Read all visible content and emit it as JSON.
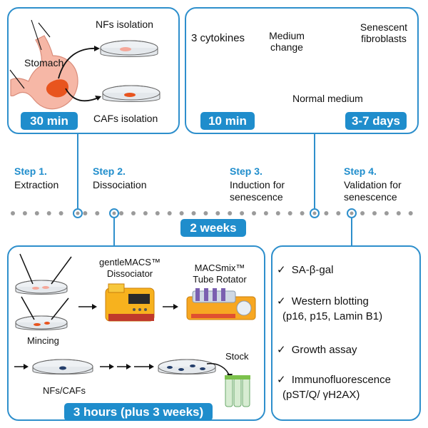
{
  "panel1": {
    "organ_label": "Stomach",
    "nfs_label": "NFs isolation",
    "cafs_label": "CAFs isolation",
    "time": "30 min"
  },
  "panel2": {
    "cytokines_label": "3 cytokines",
    "medium_change_label_1": "Medium",
    "medium_change_label_2": "change",
    "normal_medium_label": "Normal medium",
    "senescent_label_1": "Senescent",
    "senescent_label_2": "fibroblasts",
    "time_left": "10 min",
    "time_right": "3-7 days"
  },
  "steps": [
    {
      "title": "Step 1.",
      "lines": [
        "Extraction"
      ]
    },
    {
      "title": "Step 2.",
      "lines": [
        "Dissociation"
      ]
    },
    {
      "title": "Step 3.",
      "lines": [
        "Induction for",
        "senescence"
      ]
    },
    {
      "title": "Step 4.",
      "lines": [
        "Validation for",
        "senescence"
      ]
    }
  ],
  "timeline_label": "2 weeks",
  "panel3": {
    "dissociator_label_1": "gentleMACS™",
    "dissociator_label_2": "Dissociator",
    "rotator_label_1": "MACSmix™",
    "rotator_label_2": "Tube Rotator",
    "mincing_label": "Mincing",
    "cells_label": "NFs/CAFs",
    "stock_label": "Stock",
    "time": "3 hours (plus 3 weeks)"
  },
  "panel4": {
    "check_mark": "✓",
    "items": [
      {
        "line1": "SA-β-gal",
        "line2": ""
      },
      {
        "line1": "Western blotting",
        "line2": "(p16, p15, Lamin B1)"
      },
      {
        "line1": "Growth assay",
        "line2": ""
      },
      {
        "line1": "Immunofluorescence",
        "line2": "(pST/Q/ γH2AX)"
      }
    ]
  },
  "colors": {
    "accent": "#1f8dcc",
    "border": "#2e8fcc",
    "dots": "#9b9b9b",
    "tissue_red": "#e8541e",
    "stomach_pink": "#f6b7a6"
  }
}
